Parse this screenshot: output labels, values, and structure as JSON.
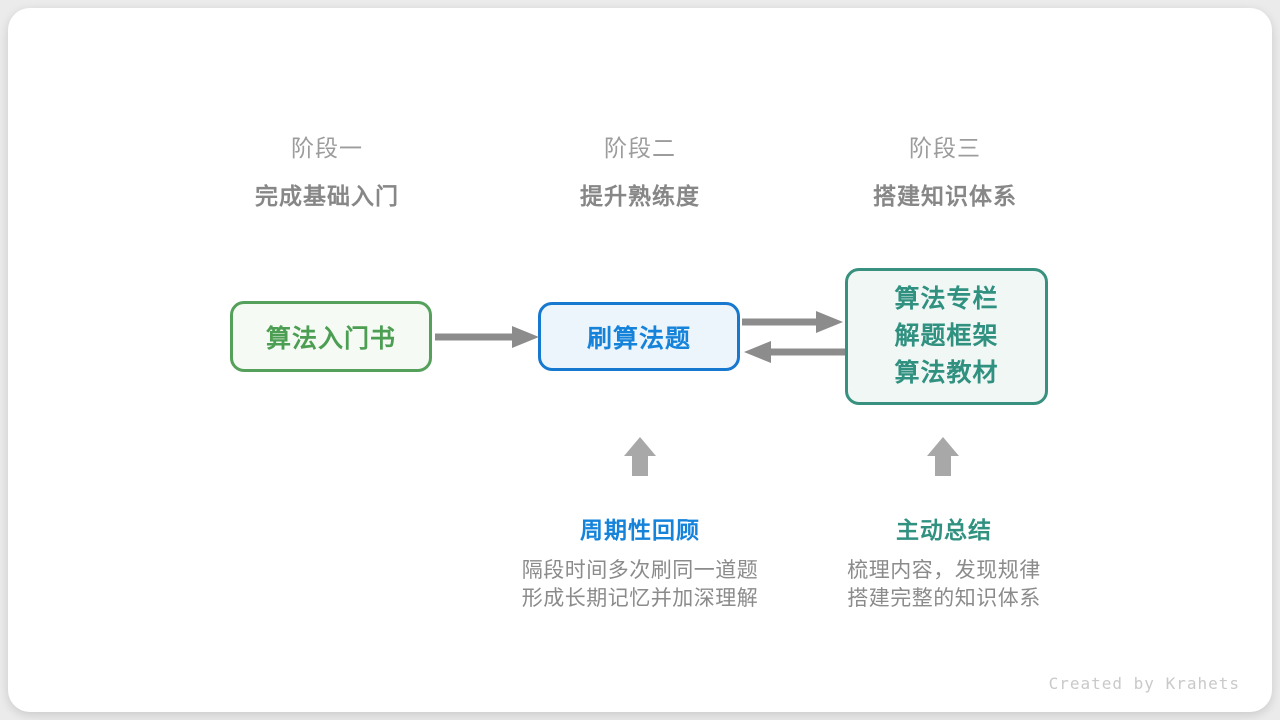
{
  "stages": [
    {
      "label": "阶段一",
      "title": "完成基础入门"
    },
    {
      "label": "阶段二",
      "title": "提升熟练度"
    },
    {
      "label": "阶段三",
      "title": "搭建知识体系"
    }
  ],
  "nodes": [
    {
      "label": "算法入门书"
    },
    {
      "label": "刷算法题"
    },
    {
      "lines": [
        "算法专栏",
        "解题框架",
        "算法教材"
      ]
    }
  ],
  "methods": [
    {
      "title": "周期性回顾",
      "desc_line1": "隔段时间多次刷同一道题",
      "desc_line2": "形成长期记忆并加深理解"
    },
    {
      "title": "主动总结",
      "desc_line1": "梳理内容，发现规律",
      "desc_line2": "搭建完整的知识体系"
    }
  ],
  "credit": "Created by Krahets",
  "colors": {
    "green_border": "#55a05a",
    "green_text": "#4c9e52",
    "green_fill": "#f5faf5",
    "blue_border": "#1778cf",
    "blue_text": "#1583da",
    "blue_fill": "#ecf4fc",
    "teal_border": "#38917f",
    "teal_text": "#309181",
    "teal_fill": "#f1f7f4",
    "flow_arrow_gray": "#8c8c8c",
    "up_arrow_gray": "#a8a8a8",
    "stage_label_gray": "#9c9c9c",
    "stage_title_gray": "#878787",
    "desc_gray": "#8b8b8b",
    "credit_gray": "#c9c9c9",
    "page_bg": "#ebebeb",
    "card_bg": "#ffffff"
  }
}
